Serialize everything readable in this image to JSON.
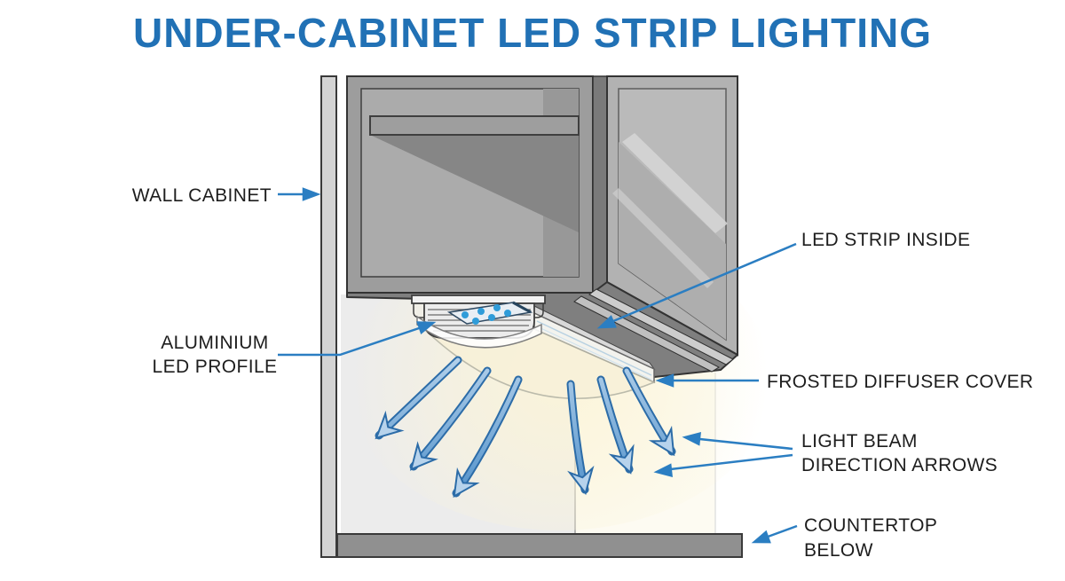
{
  "title": "UNDER-CABINET LED STRIP LIGHTING",
  "labels": {
    "wall_cabinet": "WALL CABINET",
    "aluminium_led_profile": [
      "ALUMINIUM",
      "LED PROFILE"
    ],
    "led_strip_inside": "LED STRIP INSIDE",
    "frosted_diffuser_cover": "FROSTED DIFFUSER COVER",
    "light_beam_direction_arrows": [
      "LIGHT BEAM",
      "DIRECTION ARROWS"
    ],
    "countertop_below": [
      "COUNTERTOP",
      "BELOW"
    ]
  },
  "colors": {
    "title_blue": "#2171b5",
    "label_text": "#1d1d1d",
    "leader_arrow_blue": "#2b7ec2",
    "beam_arrow_fill": "#5e9ace",
    "beam_arrow_outline": "#2c6ca8",
    "led_dot_blue": "#2f9cd9",
    "glow_cream": "#faf3d8",
    "cabinet_gray": "#9d9d9d",
    "countertop_gray": "#909090",
    "background": "#ffffff"
  }
}
